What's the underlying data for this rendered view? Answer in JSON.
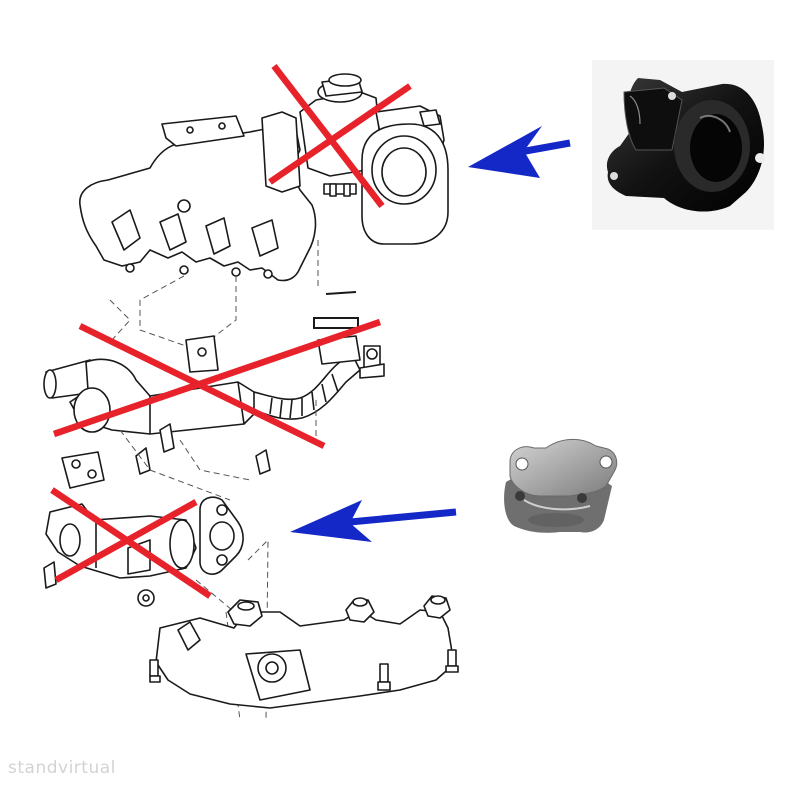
{
  "diagram": {
    "description_parts": [
      {
        "id": "intake-throttle-assembly",
        "status": "removed"
      },
      {
        "id": "egr-cooler-pipe",
        "status": "removed"
      },
      {
        "id": "egr-valve-small",
        "status": "removed"
      },
      {
        "id": "exhaust-manifold",
        "status": "kept"
      }
    ],
    "replacements": [
      {
        "id": "intake-adapter-black",
        "points_to": "intake-throttle-assembly"
      },
      {
        "id": "egr-blanking-plate",
        "points_to": "egr-flange"
      }
    ]
  },
  "colors": {
    "cross": "#e8222a",
    "arrow": "#1428c8",
    "line": "#1a1a1a",
    "adapter": "#161616",
    "plate": "#9a9a9a"
  },
  "watermark": "standvirtual"
}
